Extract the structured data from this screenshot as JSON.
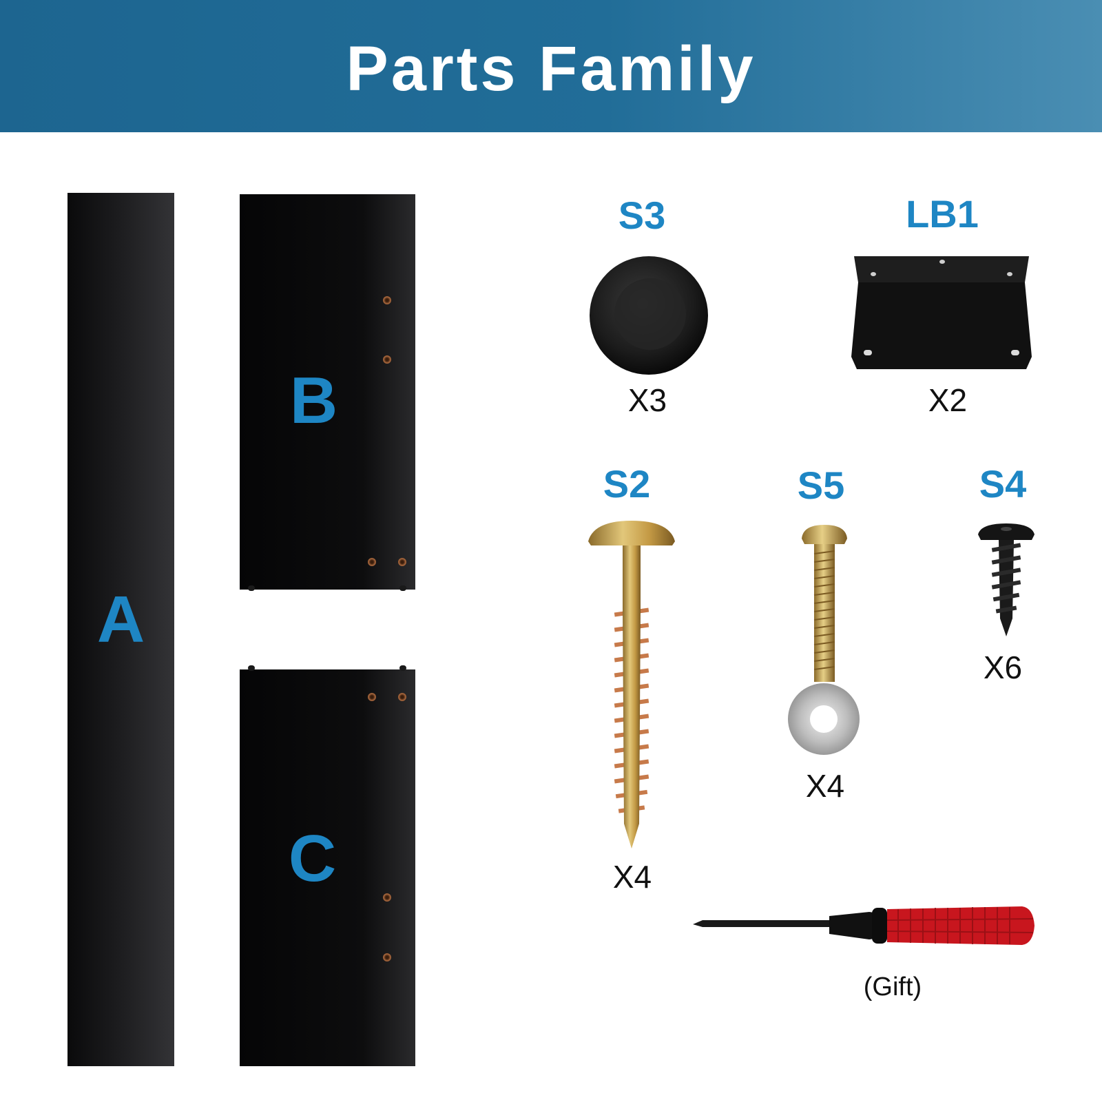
{
  "header": {
    "title": "Parts Family"
  },
  "panels": {
    "a": {
      "label": "A"
    },
    "b": {
      "label": "B"
    },
    "c": {
      "label": "C"
    }
  },
  "parts": {
    "s3": {
      "code": "S3",
      "quantity": "X3",
      "icon": "rubber-cap-icon"
    },
    "lb1": {
      "code": "LB1",
      "quantity": "X2",
      "icon": "l-bracket-icon"
    },
    "s2": {
      "code": "S2",
      "quantity": "X4",
      "icon": "wood-screw-icon"
    },
    "s5": {
      "code": "S5",
      "quantity": "X4",
      "icon": "bolt-washer-icon"
    },
    "s4": {
      "code": "S4",
      "quantity": "X6",
      "icon": "black-screw-icon"
    },
    "tool": {
      "note": "(Gift)",
      "icon": "screwdriver-icon"
    }
  },
  "colors": {
    "banner": "#216d98",
    "label_blue": "#1e86c4",
    "panel_black": "#0b0b0c",
    "handle_red": "#c8161e"
  }
}
